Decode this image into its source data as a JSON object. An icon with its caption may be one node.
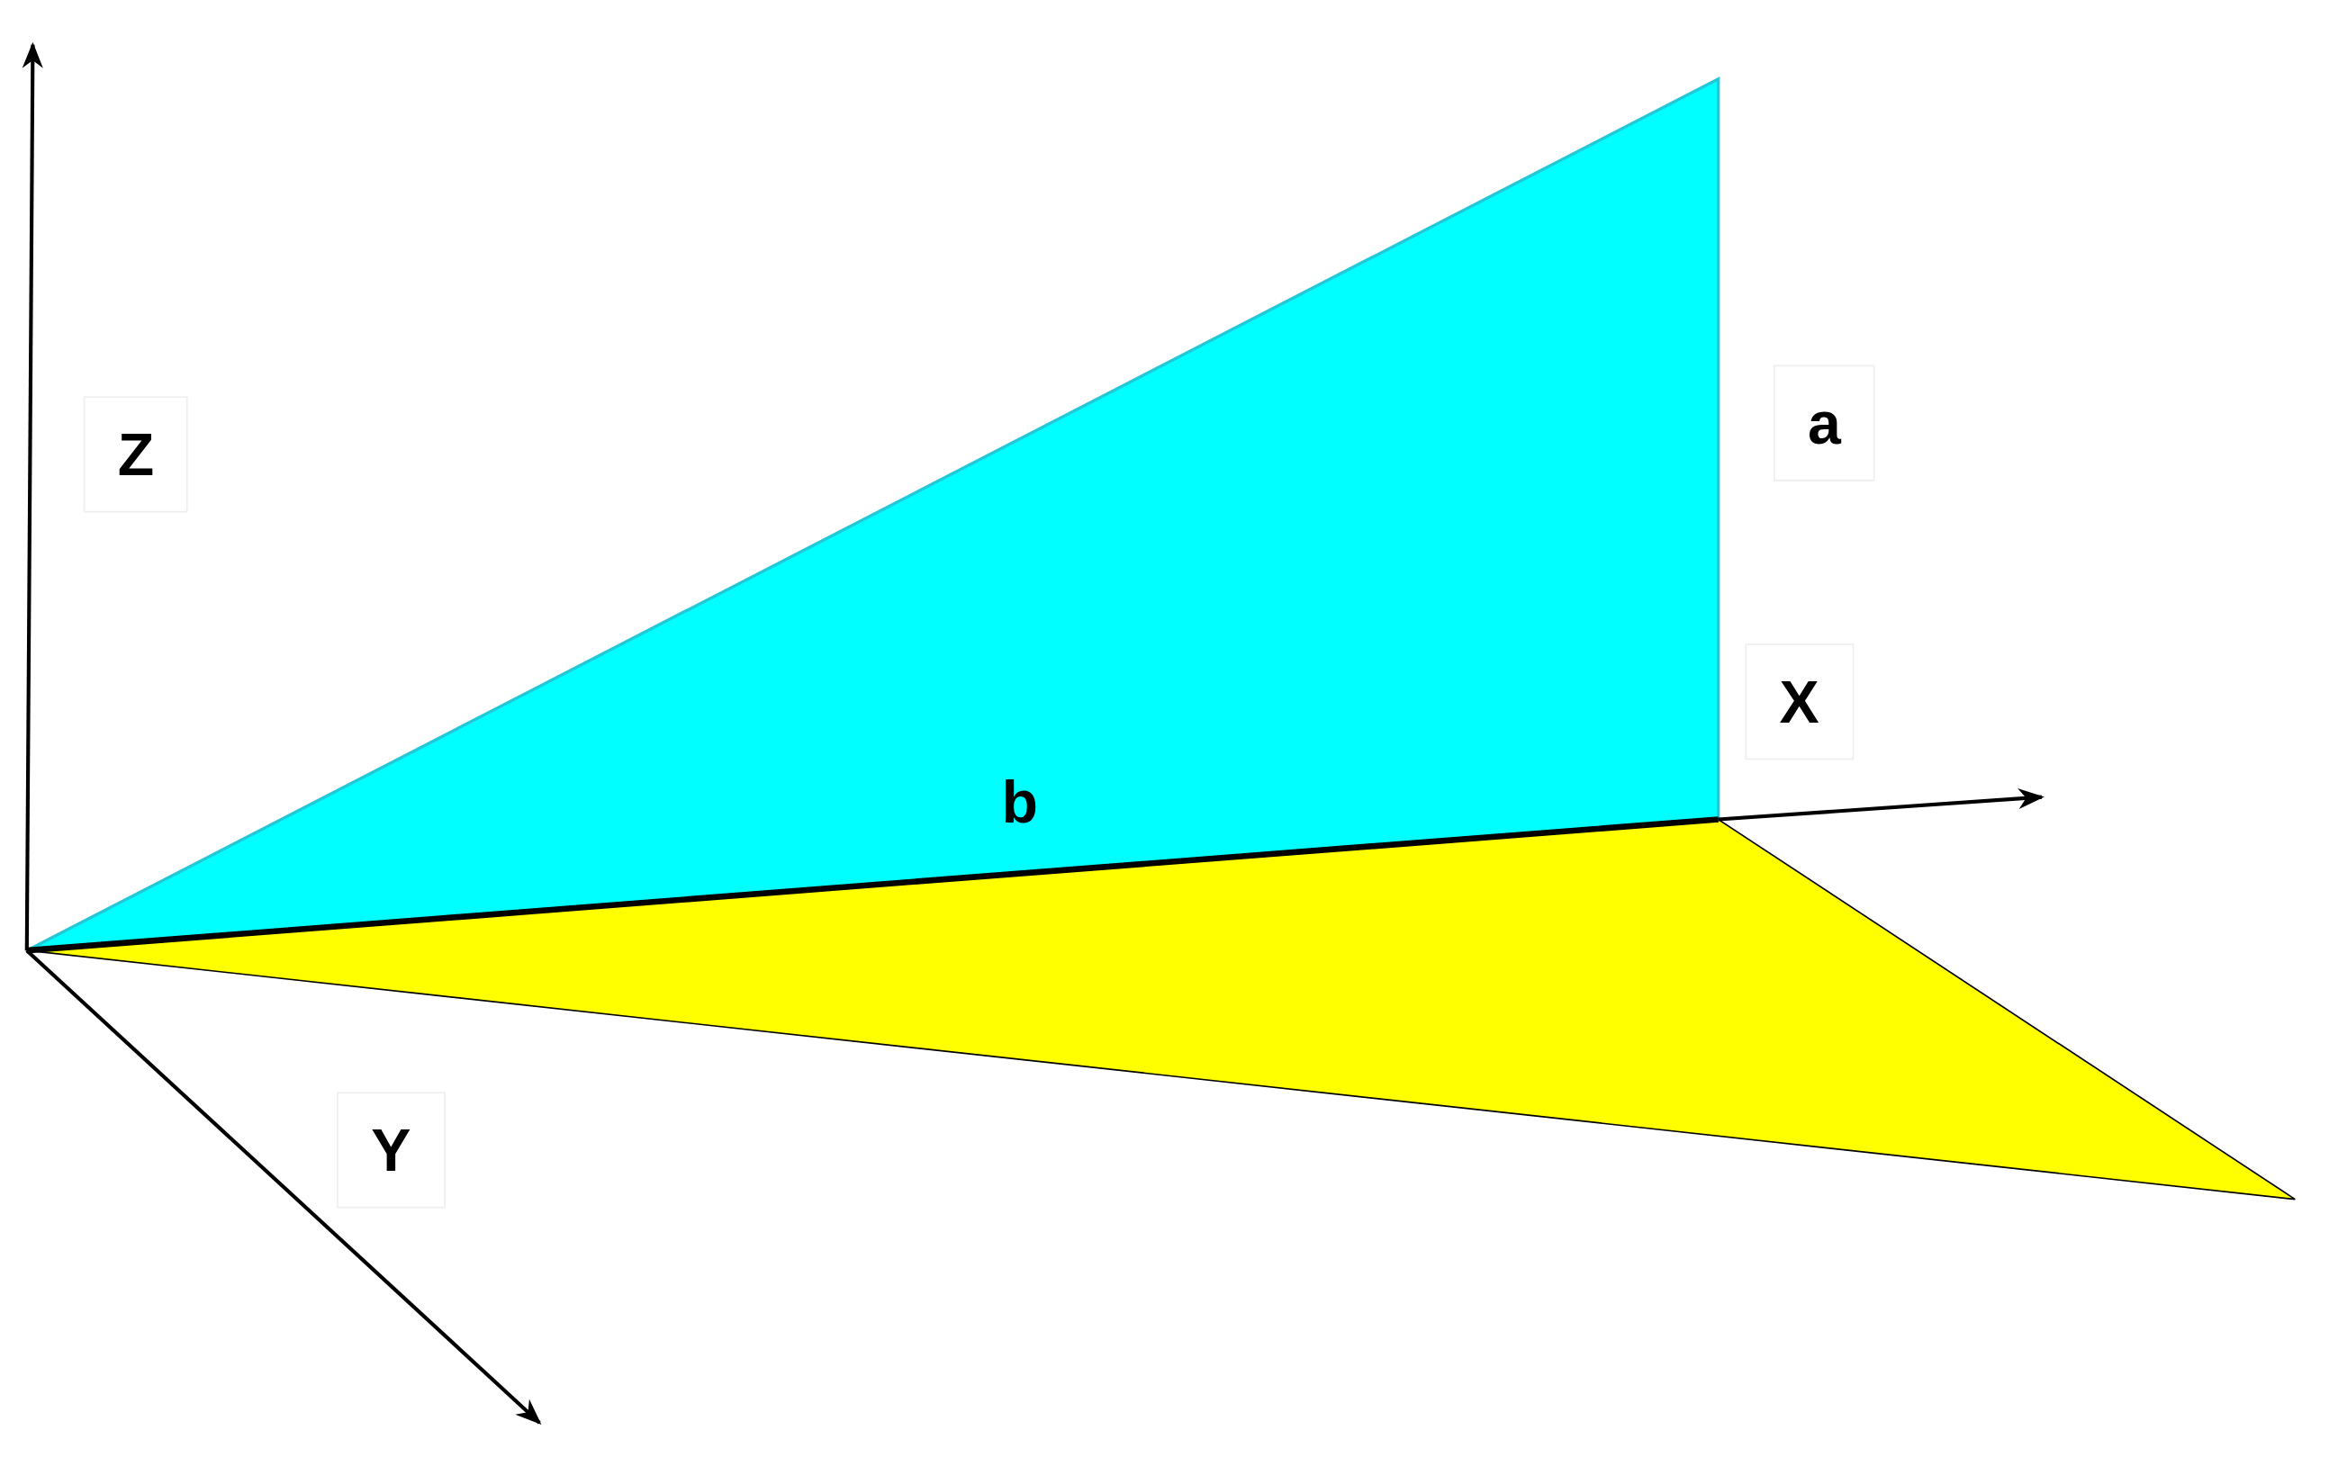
{
  "diagram": {
    "labels": [
      "Z",
      "a",
      "X",
      "b",
      "Y"
    ]
  }
}
